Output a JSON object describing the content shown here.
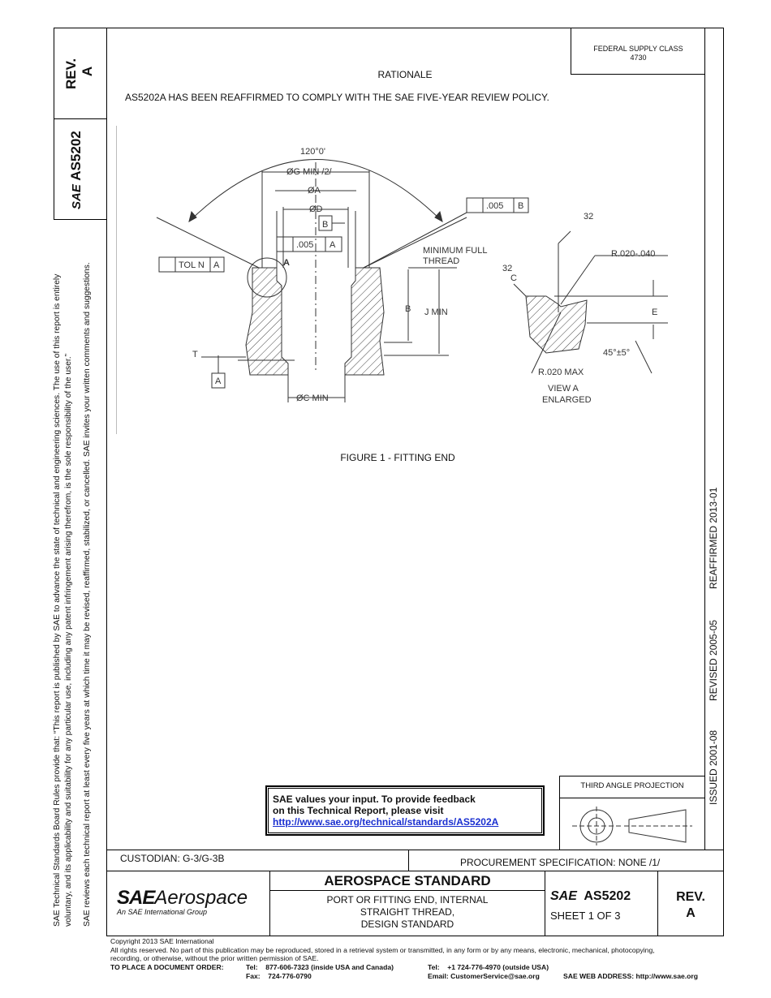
{
  "rev_side": {
    "rev": "REV.",
    "letter": "A"
  },
  "doc_side": {
    "brand": "SAE",
    "number": "AS5202"
  },
  "left_notice": {
    "line1": "SAE Technical Standards Board Rules provide that: “This report is published by SAE to advance the state of technical and engineering sciences. The use of this report is entirely",
    "line2": "voluntary, and its applicability and suitability for any particular use, including any patent infringement arising therefrom, is the sole responsibility of the user.”",
    "line3": "SAE reviews each technical report at least every five years at which time it may be revised, reaffirmed, stabilized, or cancelled. SAE invites your written comments and suggestions."
  },
  "federal_supply": {
    "label": "FEDERAL SUPPLY CLASS",
    "value": "4730"
  },
  "rationale": {
    "heading": "RATIONALE",
    "text": "AS5202A HAS BEEN REAFFIRMED TO COMPLY WITH THE SAE FIVE-YEAR REVIEW POLICY."
  },
  "figure": {
    "caption": "FIGURE 1 - FITTING END",
    "labels": {
      "angle": "120°0'",
      "g_min": "ØG MIN /2/",
      "a_dia": "ØA",
      "d_dia": "ØD",
      "datum_b": "B",
      "tol_005": ".005",
      "datum_a": "A",
      "tol_n": "TOL N",
      "min_full_thread_1": "MINIMUM FULL",
      "min_full_thread_2": "THREAD",
      "b_dim": "B",
      "j_min": "J MIN",
      "t": "T",
      "c_min": "ØC MIN",
      "a_mark": "A",
      "finish_32": "32",
      "finish_c": "C",
      "r_range": "R.020-.040",
      "e_dim": "E",
      "angle_45": "45°±5°",
      "r_max": "R.020 MAX",
      "view_a_1": "VIEW A",
      "view_a_2": "ENLARGED"
    }
  },
  "history": {
    "issued": "ISSUED 2001-08",
    "revised": "REVISED 2005-05",
    "reaffirmed": "REAFFIRMED 2013-01"
  },
  "feedback": {
    "line1": "SAE values your input. To provide feedback",
    "line2": "on this Technical Report, please visit",
    "link": "http://www.sae.org/technical/standards/AS5202A"
  },
  "projection": {
    "label": "THIRD ANGLE PROJECTION"
  },
  "title_block": {
    "custodian": "CUSTODIAN: G-3/G-3B",
    "procurement": "PROCUREMENT SPECIFICATION: NONE /1/",
    "logo_main": "Aerospace",
    "logo_sub": "An SAE International Group",
    "std_type": "AEROSPACE STANDARD",
    "title_1": "PORT OR FITTING END, INTERNAL",
    "title_2": "STRAIGHT THREAD,",
    "title_3": "DESIGN STANDARD",
    "doc_number": "AS5202",
    "sheet": "SHEET 1 OF 3",
    "rev_label": "REV.",
    "rev_value": "A"
  },
  "footer": {
    "copyright": "Copyright 2013 SAE International",
    "rights_1": "All rights reserved. No part of this publication may be reproduced, stored in a retrieval system or transmitted, in any form or by any means, electronic, mechanical, photocopying,",
    "rights_2": "recording, or otherwise, without the prior written permission of SAE.",
    "order_label": "TO PLACE A DOCUMENT ORDER:",
    "tel_usa": "Tel:    877-606-7323 (inside USA and Canada)",
    "fax": "Fax:    724-776-0790",
    "tel_out": "Tel:    +1 724-776-4970 (outside USA)",
    "email": "Email: CustomerService@sae.org",
    "web": "SAE WEB ADDRESS: http://www.sae.org"
  }
}
